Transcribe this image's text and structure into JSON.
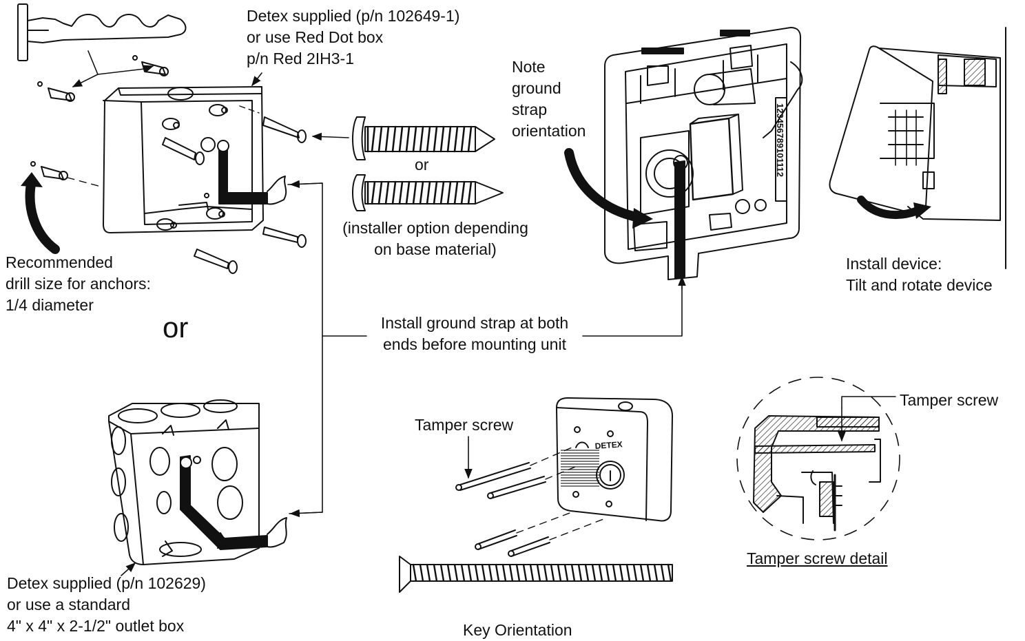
{
  "labels": {
    "red_dot_box": [
      "Detex supplied (p/n 102649-1)",
      "or use Red Dot box",
      "p/n Red 2IH3-1"
    ],
    "note_ground": [
      "Note",
      "ground",
      "strap",
      "orientation"
    ],
    "screw_or": "or",
    "installer_option": [
      "(installer option depending",
      "on base material)"
    ],
    "drill_size": [
      "Recommended",
      "drill size for anchors:",
      "1/4 diameter"
    ],
    "big_or": "or",
    "install_ground": [
      "Install ground strap at both",
      "ends before mounting unit"
    ],
    "install_device": [
      "Install device:",
      "Tilt and rotate device"
    ],
    "tamper_screw_left": "Tamper screw",
    "tamper_screw_right": "Tamper screw",
    "tamper_detail": "Tamper screw detail",
    "outlet_box": [
      "Detex supplied (p/n 102629)",
      "or use a standard",
      "4\" x 4\" x 2-1/2\" outlet box"
    ],
    "key_orientation": "Key Orientation",
    "brand": "DETEX",
    "terminal_numbers": "123456789101112"
  }
}
